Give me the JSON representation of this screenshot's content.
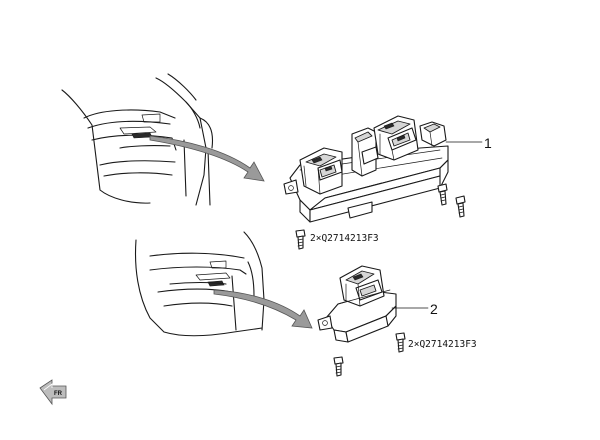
{
  "callouts": {
    "part1": "1",
    "part2": "2"
  },
  "fasteners": {
    "upper_label": "2×Q2714213F3",
    "lower_label": "2×Q2714213F3"
  },
  "orientation": {
    "front_marker": "FR"
  }
}
